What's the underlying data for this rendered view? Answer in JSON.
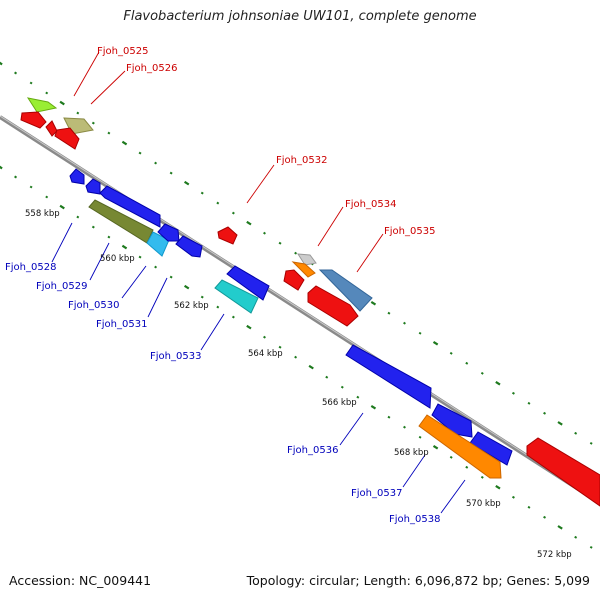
{
  "title": "Flavobacterium johnsoniae UW101, complete genome",
  "footer": {
    "accession": "Accession: NC_009441",
    "summary": "Topology: circular; Length: 6,096,872 bp; Genes: 5,099"
  },
  "colors": {
    "backbone": "#888888",
    "tick_marks": "#1e7a1e",
    "label_forward": "#cc0000",
    "label_reverse": "#0000bb"
  },
  "kbp_ticks": [
    "558 kbp",
    "560 kbp",
    "562 kbp",
    "564 kbp",
    "566 kbp",
    "568 kbp",
    "570 kbp",
    "572 kbp"
  ],
  "forward_labels": [
    "Fjoh_0525",
    "Fjoh_0526",
    "Fjoh_0532",
    "Fjoh_0534",
    "Fjoh_0535"
  ],
  "reverse_labels": [
    "Fjoh_0528",
    "Fjoh_0529",
    "Fjoh_0530",
    "Fjoh_0531",
    "Fjoh_0533",
    "Fjoh_0536",
    "Fjoh_0537",
    "Fjoh_0538"
  ]
}
